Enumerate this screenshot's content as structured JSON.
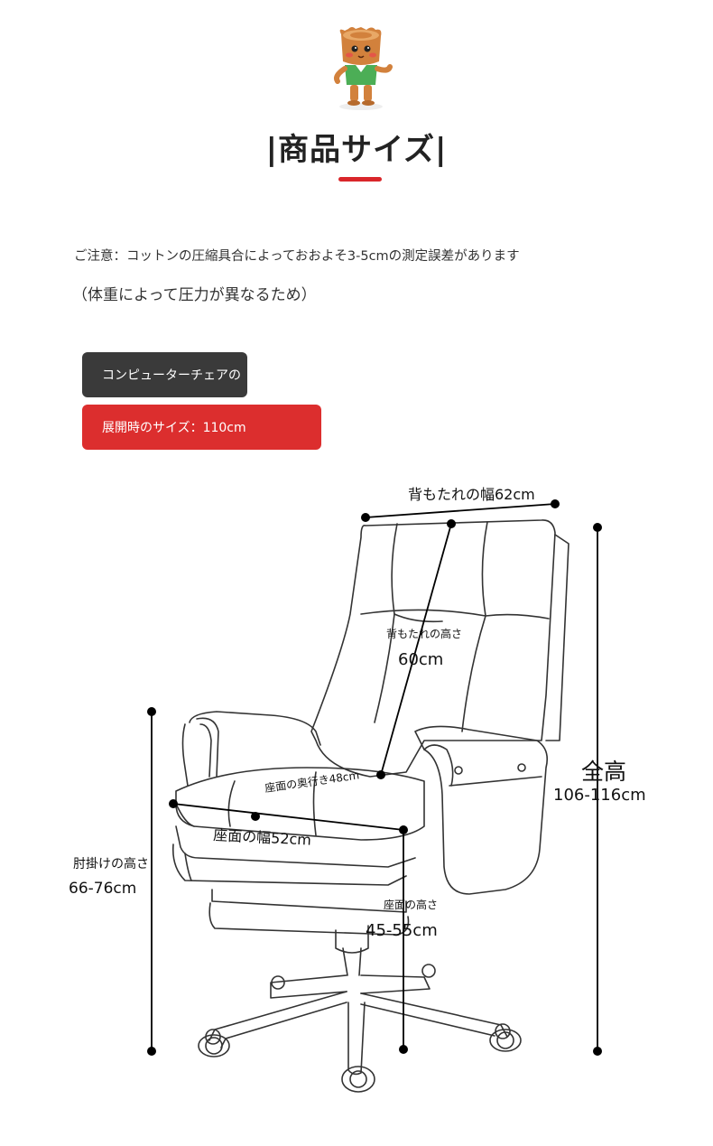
{
  "header": {
    "title": "|商品サイズ|"
  },
  "notes": {
    "line1": "ご注意：コットンの圧縮具合によっておおよそ3-5cmの測定誤差があります",
    "line2": "（体重によって圧力が異なるため）"
  },
  "pills": {
    "dark_label": "コンピューターチェアの",
    "red_label": "展開時のサイズ：110cm"
  },
  "dimensions": {
    "backrest_width": "背もたれの幅62cm",
    "backrest_height_label": "背もたれの高さ",
    "backrest_height_value": "60cm",
    "seat_depth": "座面の奥行き48cm",
    "seat_width": "座面の幅52cm",
    "armrest_height_label": "肘掛けの高さ",
    "armrest_height_value": "66-76cm",
    "seat_height_label": "座面の高さ",
    "seat_height_value": "45-55cm",
    "total_height_label": "全高",
    "total_height_value": "106-116cm"
  },
  "colors": {
    "accent_red": "#d9262a",
    "dark_pill": "#3a3a3a",
    "red_pill": "#dc2e2e"
  },
  "icons": {
    "mascot": "tree-stump-mascot"
  }
}
